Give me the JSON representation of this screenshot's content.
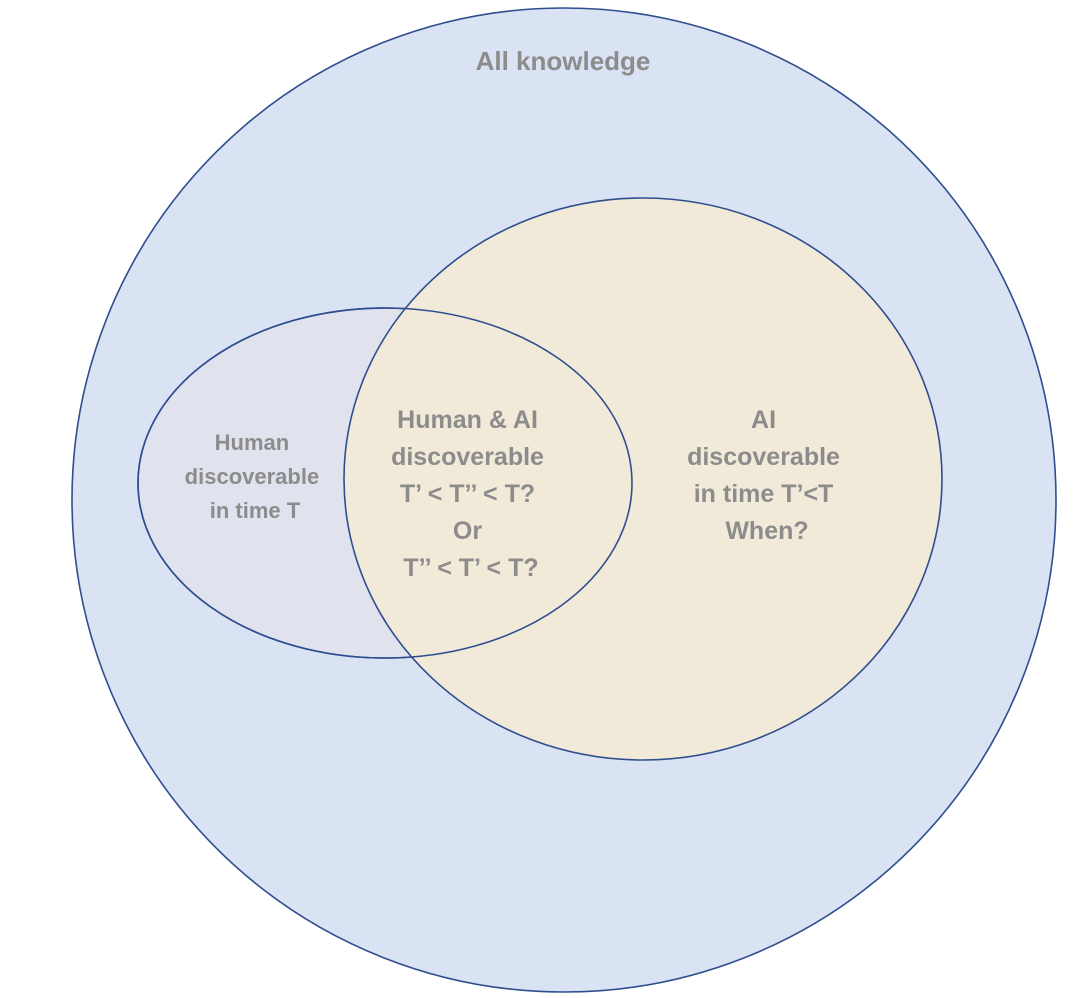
{
  "diagram": {
    "type": "venn",
    "colors": {
      "outline": "#2f4e8f",
      "all_knowledge_fill": "#dae3f3",
      "ai_fill": "#f2ead9",
      "human_fill": "#e0e3ee",
      "label_text": "#8c8c8c"
    },
    "regions": [
      {
        "id": "all-knowledge",
        "lines": [
          "All knowledge"
        ]
      },
      {
        "id": "human-only",
        "lines": [
          "Human",
          "discoverable",
          "in time T"
        ]
      },
      {
        "id": "human-and-ai",
        "lines": [
          "Human & AI",
          "discoverable",
          "T’ < T’’ < T?",
          "Or",
          "T’’ < T’ < T?"
        ]
      },
      {
        "id": "ai-only",
        "lines": [
          "AI",
          "discoverable",
          "in time T’<T",
          "When?"
        ]
      }
    ]
  }
}
